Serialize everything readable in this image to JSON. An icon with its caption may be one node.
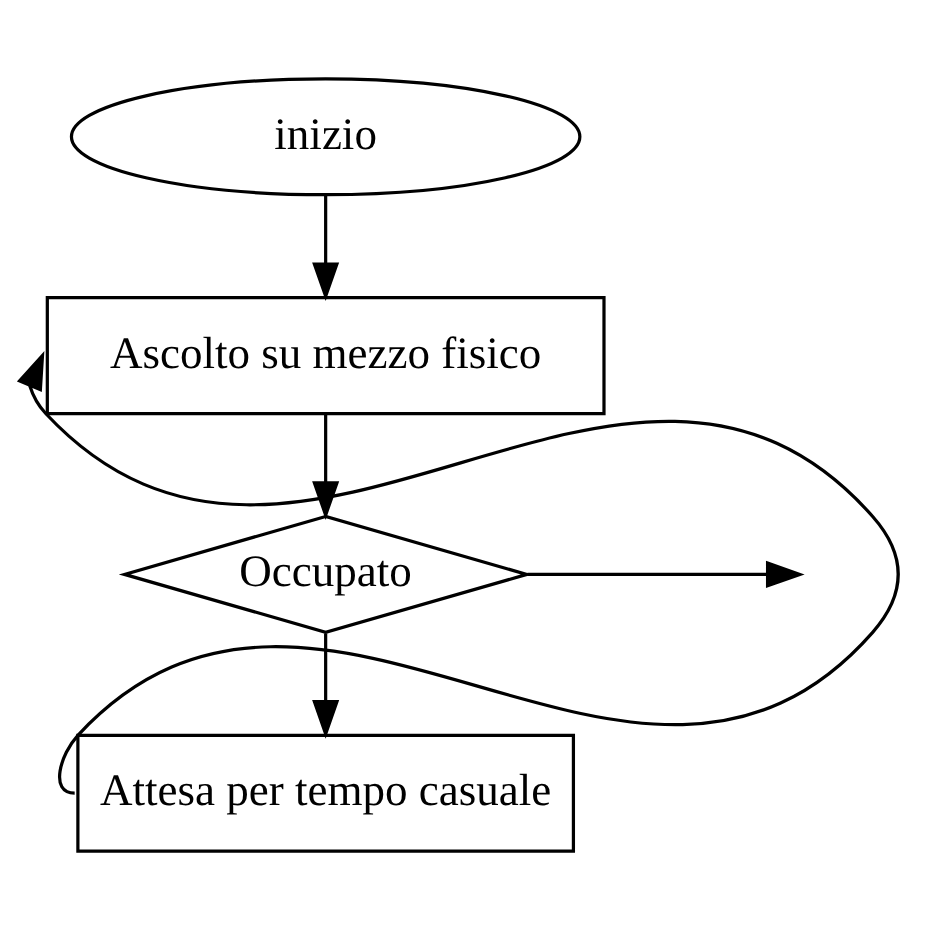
{
  "diagram": {
    "nodes": [
      {
        "text": [
          "inizio"
        ]
      },
      {
        "text": [
          "Ascolto su mezzo fisico"
        ]
      },
      {
        "text": [
          "Occupato"
        ]
      },
      {
        "text": [
          "Attesa per tempo casuale"
        ]
      }
    ],
    "edges": [
      {
        "from": 0,
        "to": 1,
        "arrow": "to"
      },
      {
        "from": 1,
        "to": 2,
        "arrow": "to"
      },
      {
        "from": 2,
        "to": null,
        "arrow": "to"
      },
      {
        "from": 2,
        "to": 3,
        "arrow": "to"
      },
      {
        "from": 3,
        "to": 1,
        "arrow": "to"
      }
    ]
  }
}
